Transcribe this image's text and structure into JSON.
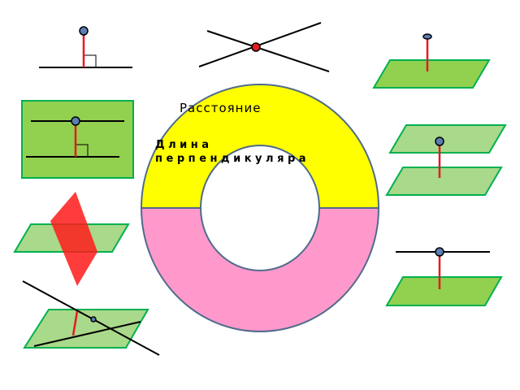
{
  "ring": {
    "title": "Расстояние",
    "line1": "Д л и н а",
    "line2": "п е р п е н д и к у л я р а",
    "top_color": "#ffff00",
    "bottom_color": "#ff99cc",
    "stroke_color": "#4f6b8c"
  },
  "colors": {
    "plane_fill": "#92d050",
    "plane_light": "#a9d98a",
    "plane_stroke": "#00b050",
    "perpendicular": "#e31b23",
    "point_fill": "#5b7fb4",
    "red_point": "#e31b23",
    "red_plane": "#ff1a1a",
    "line": "#000000"
  }
}
